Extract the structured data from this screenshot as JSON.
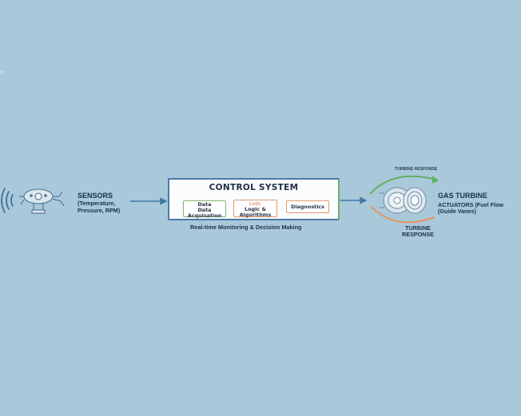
{
  "sensors": {
    "title": "SENSORS",
    "detail_line1": "(Temperature,",
    "detail_line2": "Pressure, RPM)"
  },
  "control_system": {
    "title": "CONTROL SYSTEM",
    "caption": "Real-time Monitoring & Decision Making",
    "modules": {
      "data_line1": "Data",
      "data_line2": "Data",
      "data_line3": "Acquisation",
      "logic_line1": "Lodc",
      "logic_line2": "Logic &",
      "logic_line3": "Algorithms",
      "diagnostics": "Diagnostics"
    }
  },
  "turbine": {
    "top_arc_label": "TURBINE RESPONSE",
    "title_line1": "GAS TURBINE",
    "title_line2": "ACTUATORS (Fuel Flow",
    "title_line3": "(Guide Vanes)",
    "response_line1": "TURBINE",
    "response_line2": "RESPONSE"
  },
  "colors": {
    "background": "#a9c8da",
    "arrow": "#3f78a8",
    "green_accent": "#6fae6f",
    "orange_accent": "#e8925e",
    "box_border": "#4d79a8"
  }
}
